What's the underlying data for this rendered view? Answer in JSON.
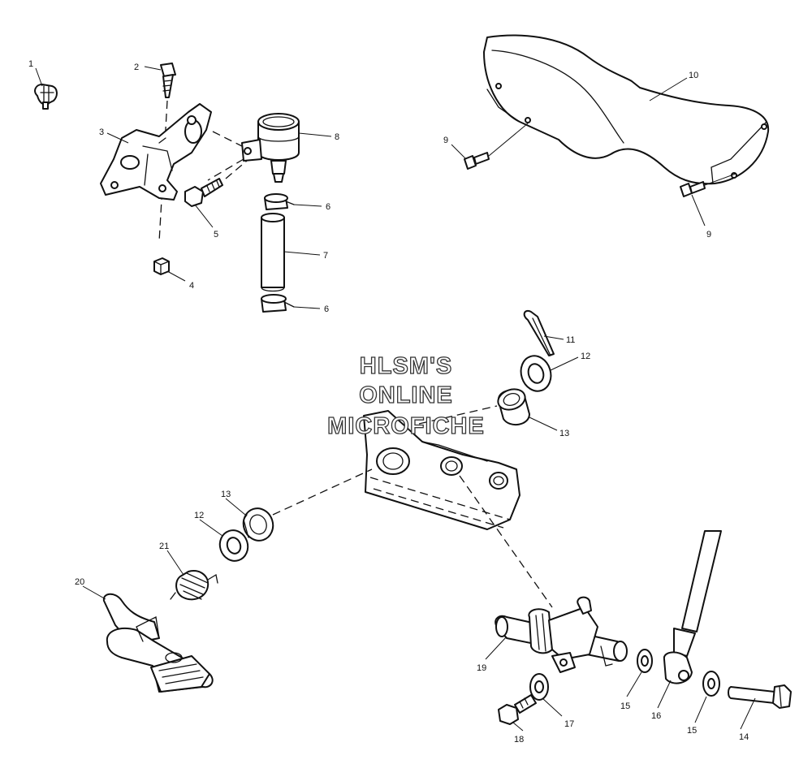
{
  "watermark": {
    "lines": [
      "HLSM'S",
      "ONLINE",
      "MICROFICHE"
    ]
  },
  "callouts": [
    {
      "id": "c1",
      "label": "1"
    },
    {
      "id": "c2",
      "label": "2"
    },
    {
      "id": "c3",
      "label": "3"
    },
    {
      "id": "c4",
      "label": "4"
    },
    {
      "id": "c5",
      "label": "5"
    },
    {
      "id": "c6a",
      "label": "6"
    },
    {
      "id": "c6b",
      "label": "6"
    },
    {
      "id": "c7",
      "label": "7"
    },
    {
      "id": "c8",
      "label": "8"
    },
    {
      "id": "c9a",
      "label": "9"
    },
    {
      "id": "c9b",
      "label": "9"
    },
    {
      "id": "c10",
      "label": "10"
    },
    {
      "id": "c11",
      "label": "11"
    },
    {
      "id": "c12a",
      "label": "12"
    },
    {
      "id": "c12b",
      "label": "12"
    },
    {
      "id": "c13a",
      "label": "13"
    },
    {
      "id": "c13b",
      "label": "13"
    },
    {
      "id": "c14",
      "label": "14"
    },
    {
      "id": "c15a",
      "label": "15"
    },
    {
      "id": "c15b",
      "label": "15"
    },
    {
      "id": "c16",
      "label": "16"
    },
    {
      "id": "c17",
      "label": "17"
    },
    {
      "id": "c18",
      "label": "18"
    },
    {
      "id": "c19",
      "label": "19"
    },
    {
      "id": "c20",
      "label": "20"
    },
    {
      "id": "c21",
      "label": "21"
    }
  ]
}
